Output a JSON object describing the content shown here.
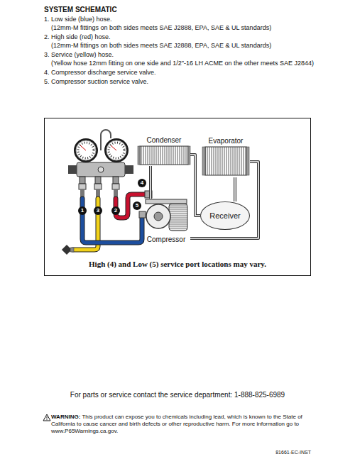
{
  "diagram": {
    "title": "SYSTEM SCHEMATIC",
    "caption": "High (4) and Low (5) service port locations may vary.",
    "nodes": [
      {
        "text": [
          "Condenser"
        ]
      },
      {
        "text": [
          "Evaporator"
        ]
      },
      {
        "text": [
          "Receiver"
        ]
      },
      {
        "text": [
          "Compressor"
        ]
      }
    ],
    "edges": [
      {
        "from": 3,
        "to": 0,
        "arrow": "none"
      },
      {
        "from": 0,
        "to": 2,
        "arrow": "none"
      },
      {
        "from": 2,
        "to": 1,
        "arrow": "none"
      },
      {
        "from": 1,
        "to": 3,
        "arrow": "none"
      }
    ],
    "labels": [
      "1. Low side (blue) hose.",
      "(12mm-M fittings on both sides meets SAE J2888, EPA, SAE & UL standards)",
      "2. High side (red) hose.",
      "(12mm-M fittings on both sides meets SAE J2888, EPA, SAE & UL standards)",
      "3. Service (yellow) hose.",
      "(Yellow hose 12mm fitting on one side and 1/2\"-16 LH ACME on the other meets SAE J2844)",
      "4. Compressor discharge service valve.",
      "5. Compressor suction service valve.",
      "1",
      "3",
      "2",
      "4",
      "5",
      "For parts or service contact the service department: 1-888-825-6989",
      "WARNING:",
      "This product can expose you to chemicals including lead, which is known to the State of California to cause cancer and birth defects or other reproductive harm. For more information go to www.P65Warnings.ca.gov.",
      "81661-EC-INST"
    ]
  }
}
